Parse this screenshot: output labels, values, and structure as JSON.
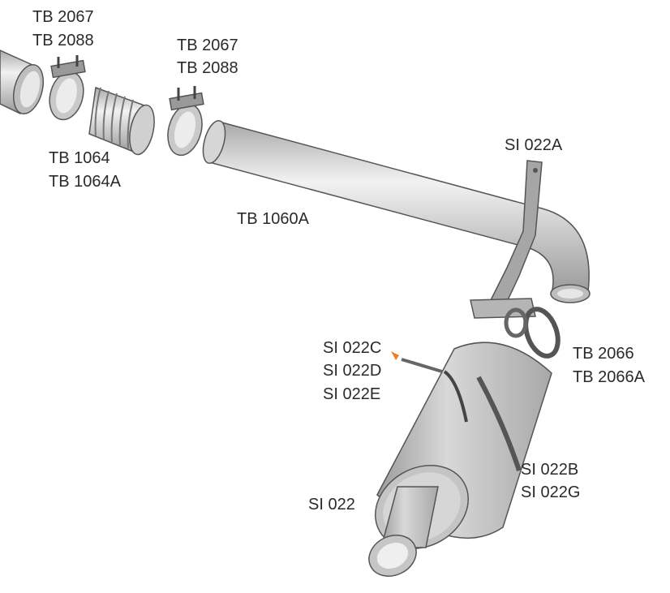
{
  "title": "Exhaust system parts diagram",
  "labels": {
    "clamp_left": [
      "TB 2067",
      "TB 2088"
    ],
    "clamp_right": [
      "TB 2067",
      "TB 2088"
    ],
    "bellows": [
      "TB 1064",
      "TB 1064A"
    ],
    "main_pipe": [
      "TB 1060A"
    ],
    "hanger_bracket": [
      "SI 022A"
    ],
    "bolt": [
      "SI 022C",
      "SI 022D",
      "SI 022E"
    ],
    "ring_clamp": [
      "TB 2066",
      "TB 2066A"
    ],
    "strap": [
      "SI 022B",
      "SI 022G"
    ],
    "muffler": [
      "SI 022"
    ]
  },
  "colors": {
    "accent_arrow": "#f08020",
    "part_fill": "#cfcfcf",
    "outline": "#555555"
  }
}
